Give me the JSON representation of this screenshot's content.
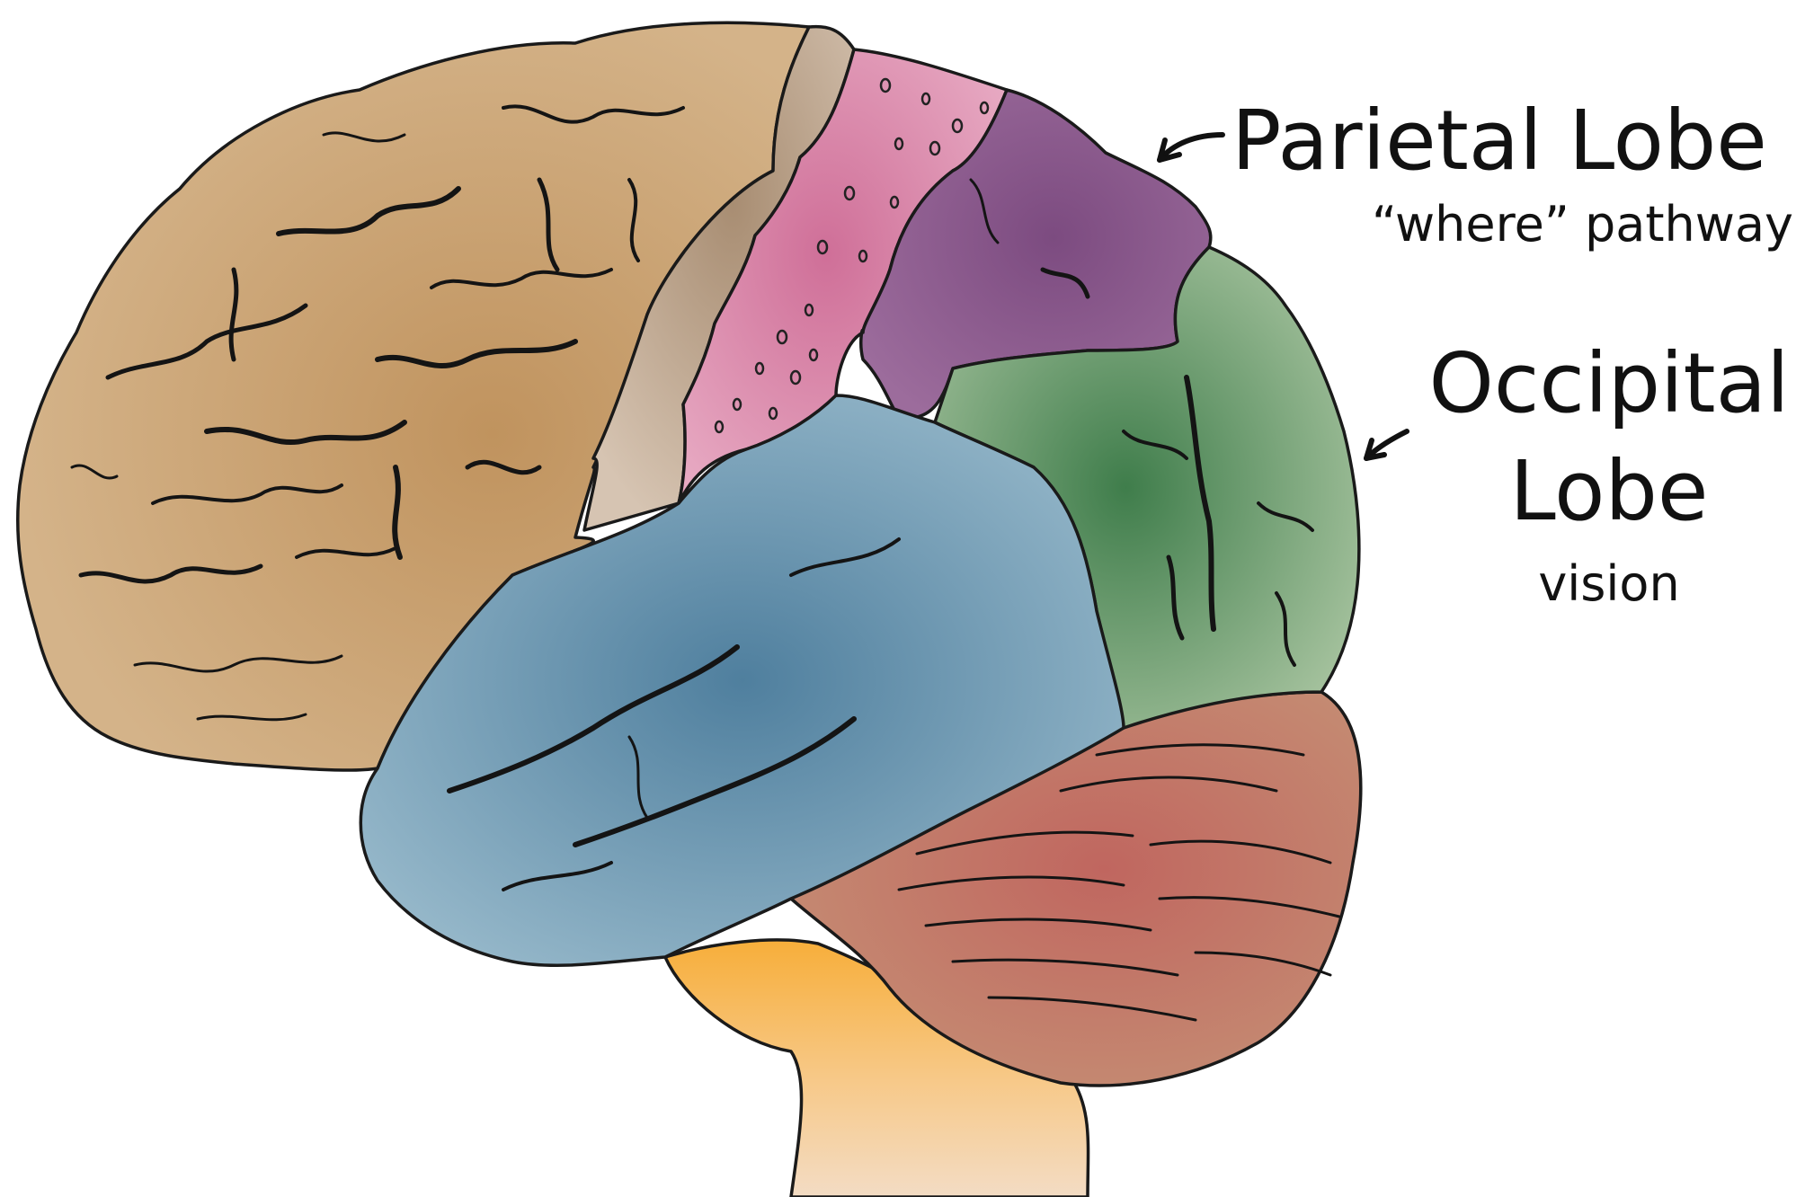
{
  "labels": {
    "parietal": {
      "title": "Parietal Lobe",
      "subtitle": "“where” pathway"
    },
    "occipital": {
      "title_line1": "Occipital",
      "title_line2": "Lobe",
      "subtitle": "vision"
    }
  },
  "regions": [
    {
      "name": "frontal-lobe",
      "color": "#c9a572"
    },
    {
      "name": "motor-cortex",
      "color": "#c8b09a"
    },
    {
      "name": "somatosensory-cortex",
      "color": "#d98fae"
    },
    {
      "name": "parietal-lobe",
      "color": "#8a5a8e"
    },
    {
      "name": "occipital-lobe",
      "color": "#6e9c72"
    },
    {
      "name": "temporal-lobe",
      "color": "#6f9db5"
    },
    {
      "name": "cerebellum",
      "color": "#b9786a"
    },
    {
      "name": "brainstem",
      "color": "#f5c47a"
    }
  ]
}
